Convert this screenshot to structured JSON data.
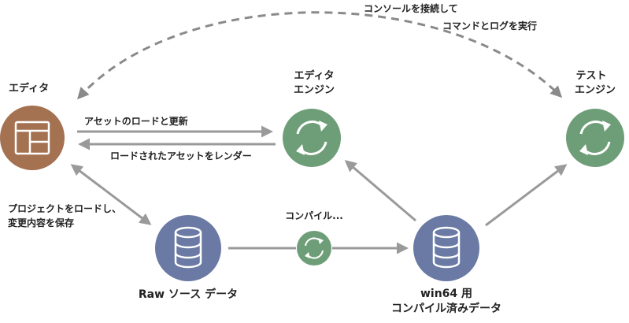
{
  "nodes": {
    "editor": {
      "label": "エディタ",
      "color": "#a47151"
    },
    "editor_engine": {
      "label_line1": "エディタ",
      "label_line2": "エンジン",
      "color": "#6e9e78"
    },
    "test_engine": {
      "label_line1": "テスト",
      "label_line2": "エンジン",
      "color": "#6e9e78"
    },
    "raw_data": {
      "label": "Raw ソース データ",
      "color": "#6a7aa4"
    },
    "compiled_data": {
      "label_line1": "win64 用",
      "label_line2": "コンパイル済みデータ",
      "color": "#6a7aa4"
    },
    "compile_step": {
      "label": "コンパイル...",
      "color": "#6e9e78"
    }
  },
  "edges": {
    "console_line1": "コンソールを接続して",
    "console_line2": "コマンドとログを実行",
    "load_assets": "アセットのロードと更新",
    "render_assets": "ロードされたアセットをレンダー",
    "load_save_line1": "プロジェクトをロードし、",
    "load_save_line2": "変更内容を保存"
  },
  "colors": {
    "arrow": "#9a9a9a",
    "dashed": "#8a8a8a"
  }
}
